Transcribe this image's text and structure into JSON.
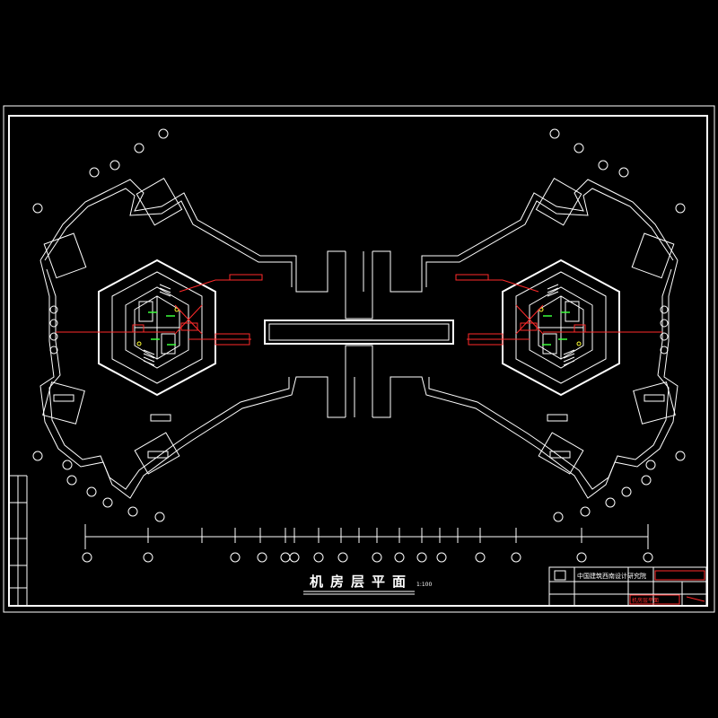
{
  "drawing": {
    "title": "机房层平面",
    "scale": "1:100",
    "background": "#000000",
    "line_color": "#ffffff",
    "accent_red": "#ff2a2a",
    "accent_green": "#3cff3c",
    "accent_yellow": "#ffff33"
  },
  "title_block": {
    "company": "中国建筑西南设计研究院",
    "drawing_name": "机房层平面"
  }
}
